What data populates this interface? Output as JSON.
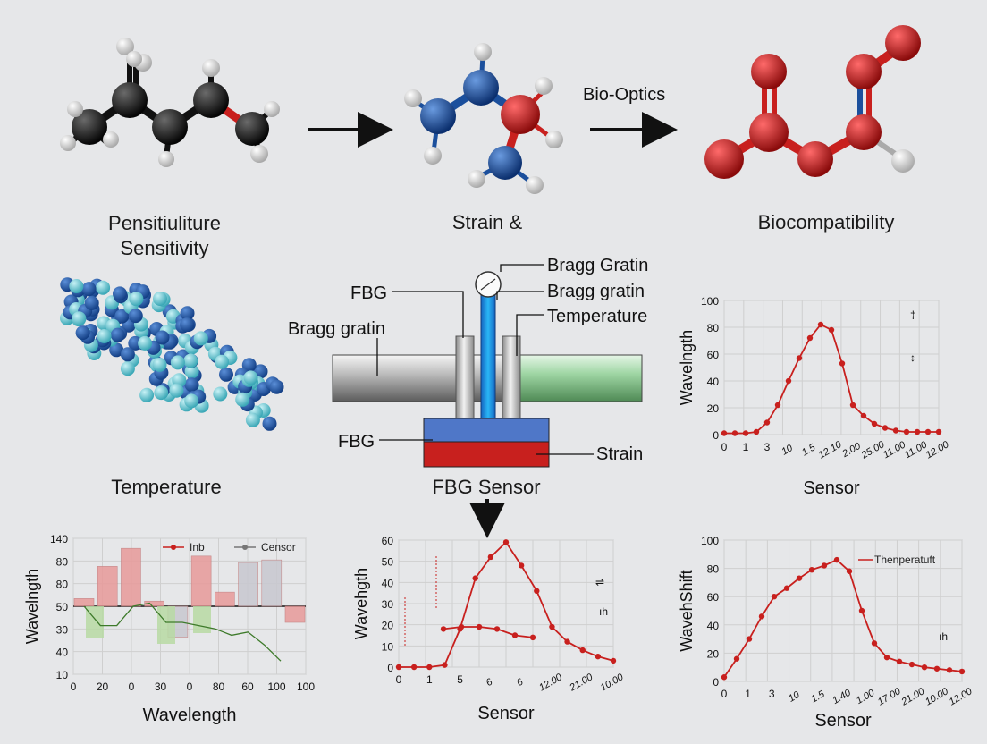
{
  "top": {
    "label_left": "Pensitiuliture\nSensitivity",
    "label_mid": "Strain &",
    "label_right": "Biocompatibility",
    "arrow_label": "Bio-Optics"
  },
  "middle": {
    "label_temperature": "Temperature",
    "label_fbg_sensor": "FBG Sensor",
    "callouts": {
      "bragg_gratin_top": "Bragg Gratin",
      "bragg_gratin_2": "Bragg gratin",
      "temperature": "Temperature",
      "fbg_top": "FBG",
      "bragg_gratin_left": "Bragg gratin",
      "fbg_bottom": "FBG",
      "strain": "Strain"
    }
  },
  "colors": {
    "red": "#c8201e",
    "blue": "#1b4f9c",
    "cyan": "#4fc3d6",
    "carbon": "#141414",
    "hydrogen": "#f2f2f2",
    "fiber_green": "#9fd6a4",
    "bar_red": "#e89a9a",
    "bar_green": "#b7d9a3",
    "bar_gray": "#c8c8d0"
  },
  "chart_data": [
    {
      "type": "line",
      "xlabel": "Sensor",
      "ylabel": "Wavelngth",
      "tick_labels_x": [
        "0",
        "1",
        "3",
        "10",
        "1.5",
        "12.10",
        "2.00",
        "25.00",
        "11.00",
        "11.00",
        "12.00"
      ],
      "ylim": [
        0,
        100
      ],
      "y_ticks": [
        "0",
        "20",
        "40",
        "60",
        "80",
        "100"
      ],
      "grid": true,
      "annotations": [
        "‡",
        "↕"
      ],
      "series": [
        {
          "values": [
            1,
            1,
            1,
            2,
            9,
            22,
            40,
            57,
            72,
            82,
            78,
            53,
            22,
            14,
            8,
            5,
            3,
            2,
            2,
            2,
            2
          ]
        }
      ]
    },
    {
      "type": "bar",
      "xlabel": "Wavelength",
      "ylabel": "Wavelngth",
      "tick_labels_x": [
        "0",
        "20",
        "0",
        "30",
        "0",
        "80",
        "60",
        "100",
        "100"
      ],
      "y_ticks": [
        "10",
        "40",
        "30",
        "50",
        "80",
        "80",
        "140"
      ],
      "legend": [
        "Inb",
        "Censor"
      ],
      "legend_position": "top-right",
      "grid": true,
      "bars": [
        {
          "series": "Inb",
          "value": 12
        },
        {
          "series": "Inb",
          "value": 62
        },
        {
          "series": "Inb",
          "value": 90
        },
        {
          "series": "Inb",
          "value": 8
        },
        {
          "series": "Censor",
          "value": -48
        },
        {
          "series": "Inb",
          "value": 78
        },
        {
          "series": "Inb",
          "value": 22
        },
        {
          "series": "Censor",
          "value": 68
        },
        {
          "series": "Censor",
          "value": 72
        },
        {
          "series": "Inb",
          "value": -25
        }
      ],
      "line": [
        0,
        -30,
        -30,
        0,
        5,
        -25,
        -25,
        -30,
        -35,
        -45,
        -40,
        -60,
        -85
      ]
    },
    {
      "type": "line",
      "xlabel": "Sensor",
      "ylabel": "Wavehgth",
      "tick_labels_x": [
        "0",
        "1",
        "5",
        "6",
        "6",
        "12.00",
        "21.00",
        "10.00"
      ],
      "ylim": [
        0,
        60
      ],
      "y_ticks": [
        "0",
        "10",
        "20",
        "30",
        "40",
        "50",
        "60"
      ],
      "grid": true,
      "annotations": [
        "⇌",
        "ıh"
      ],
      "series": [
        {
          "values": [
            0,
            0,
            0,
            1,
            18,
            42,
            52,
            59,
            48,
            36,
            19,
            12,
            8,
            5,
            3
          ]
        },
        {
          "values": [
            18,
            19,
            19,
            18,
            15,
            14
          ]
        }
      ]
    },
    {
      "type": "line",
      "xlabel": "Sensor",
      "ylabel": "WavehShift",
      "legend": [
        "Thenperatuft"
      ],
      "legend_position": "top-right",
      "tick_labels_x": [
        "0",
        "1",
        "3",
        "10",
        "1.5",
        "1.40",
        "1.00",
        "17.00",
        "21.00",
        "10.00",
        "12.00"
      ],
      "ylim": [
        0,
        100
      ],
      "y_ticks": [
        "0",
        "20",
        "40",
        "60",
        "80",
        "100"
      ],
      "grid": true,
      "annotations": [
        "ıh"
      ],
      "series": [
        {
          "name": "Thenperatuft",
          "values": [
            3,
            16,
            30,
            46,
            60,
            66,
            73,
            79,
            82,
            86,
            78,
            50,
            27,
            17,
            14,
            12,
            10,
            9,
            8,
            7
          ]
        }
      ]
    }
  ]
}
